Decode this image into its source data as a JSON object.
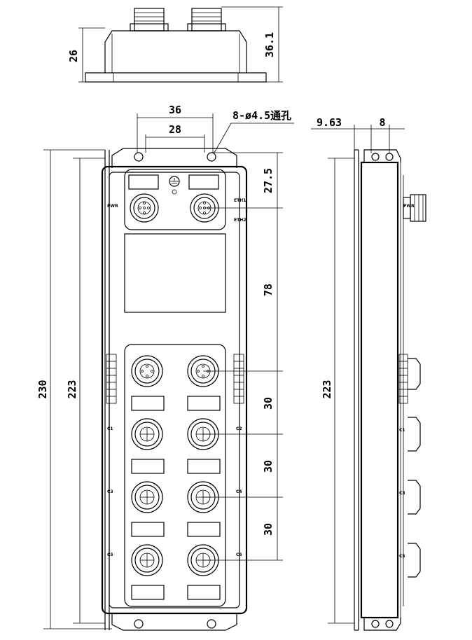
{
  "top_view": {
    "dim_body_height": "26",
    "dim_total_height": "36.1"
  },
  "front_view": {
    "dim_hole_outer": "36",
    "dim_hole_inner": "28",
    "hole_note": "8-ø4.5通孔",
    "dim_total_length": "230",
    "dim_body_length": "223",
    "dim_top_offset": "27.5",
    "dim_label_area": "78",
    "dim_pitch_1": "30",
    "dim_pitch_2": "30",
    "dim_pitch_3": "30",
    "port_labels": {
      "pwr": "PWR",
      "eth1": "ETH1",
      "eth2": "ETH2",
      "c1": "C1",
      "c2": "C2",
      "c3": "C3",
      "c4": "C4",
      "c5": "C5",
      "c6": "C6"
    }
  },
  "side_view": {
    "dim_edge": "9.63",
    "dim_gap": "8",
    "dim_body_length": "223"
  }
}
